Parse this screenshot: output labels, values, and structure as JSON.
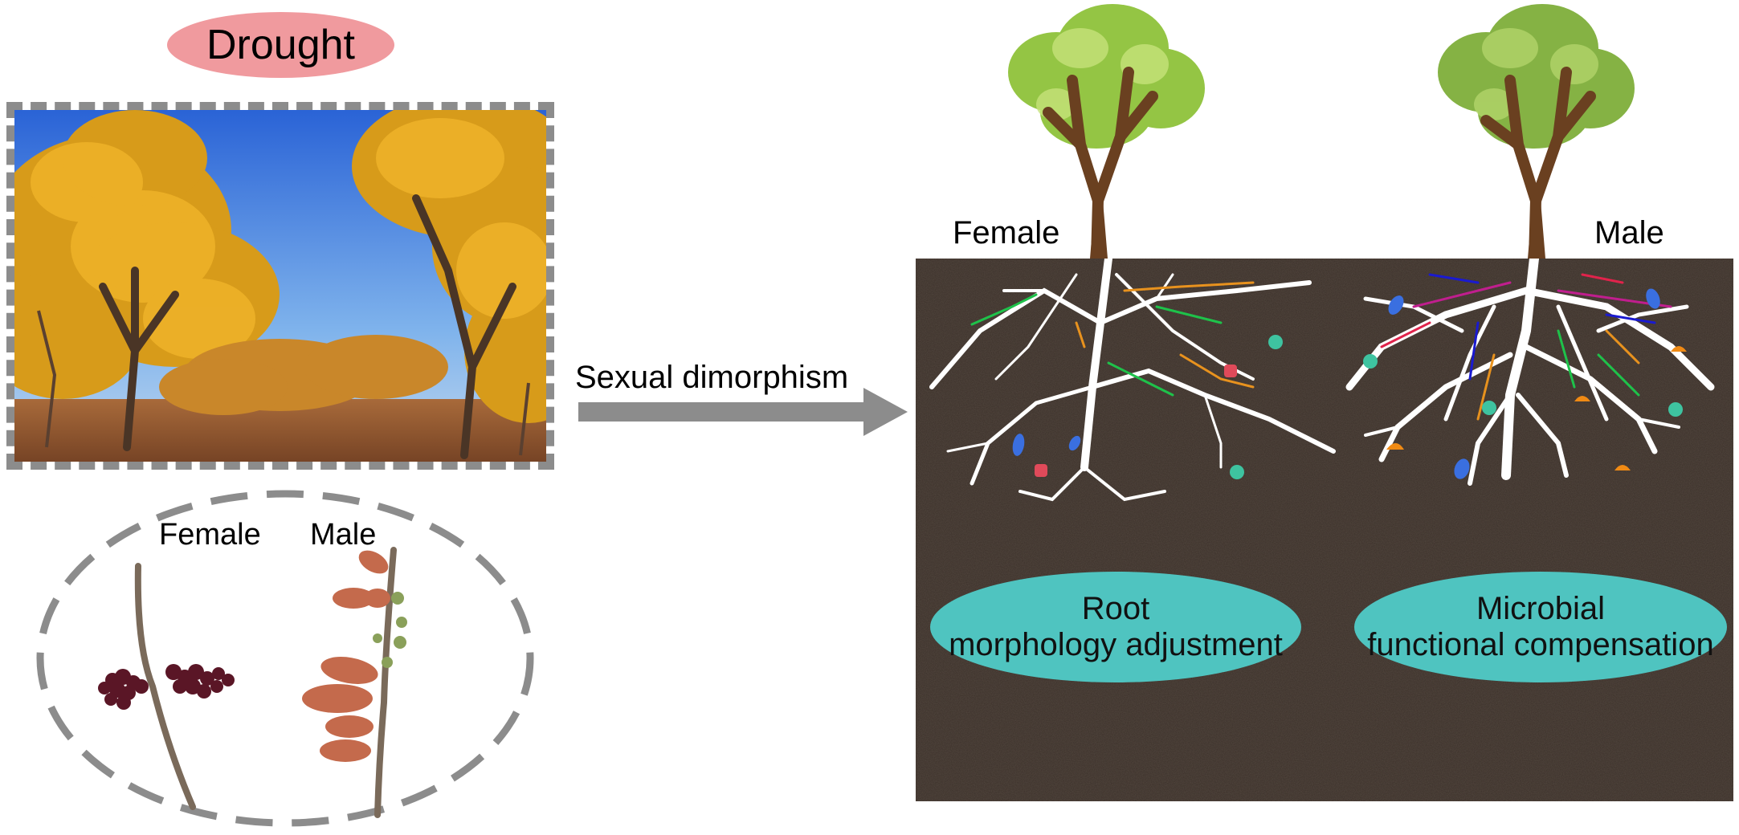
{
  "drought": {
    "label": "Drought",
    "color": "#f09a9e"
  },
  "flowers": {
    "female_label": "Female",
    "male_label": "Male",
    "female_color": "#5a1626",
    "male_color": "#c46a4c"
  },
  "arrow": {
    "label": "Sexual dimorphism",
    "color": "#8c8c8c"
  },
  "trees": {
    "female_label": "Female",
    "male_label": "Male"
  },
  "results": {
    "root": {
      "line1": "Root",
      "line2": "morphology adjustment"
    },
    "microbial": {
      "line1": "Microbial",
      "line2": "functional compensation"
    },
    "oval_color": "#4fc4c0"
  },
  "soil_color": "#3b3029",
  "root_line_colors": [
    "#1ec24a",
    "#e8921e",
    "#c01e8e",
    "#1a1ad0",
    "#e0234b"
  ],
  "microbe_colors": [
    "#3a6fe0",
    "#3ec3a0",
    "#e04a5a",
    "#f08a14"
  ]
}
